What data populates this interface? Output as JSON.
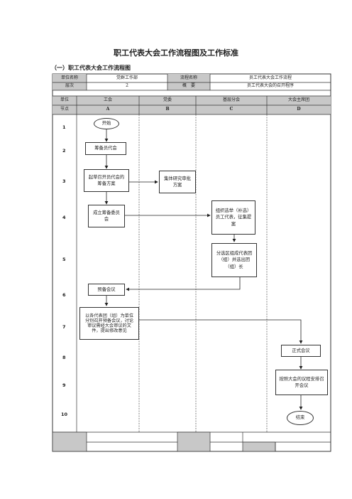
{
  "title": "职工代表大会工作流程图及工作标准",
  "section": "（一）职工代表大会工作流程图",
  "info": {
    "unit_label": "单位名称",
    "unit_value": "党群工作部",
    "flow_label": "流程名称",
    "flow_value": "员工代表大会工作流程",
    "level_label": "层次",
    "level_value": "2",
    "summary_label": "概　要",
    "summary_value": "员工代表大会的召开程序"
  },
  "columns": {
    "unit_label": "单位",
    "node_label": "节点",
    "units": [
      "工会",
      "党委",
      "基层分会",
      "大会主席团"
    ],
    "letters": [
      "A",
      "B",
      "C",
      "D"
    ]
  },
  "rows": [
    "1",
    "2",
    "3",
    "4",
    "5",
    "6",
    "7",
    "8",
    "9",
    "10"
  ],
  "nodes": {
    "start": "开始",
    "prep_rep": "筹备员代会",
    "draft_plan": "起草召开员代会的筹备方案",
    "approve_plan": "集体研究审批方案",
    "committee": "成立筹备委员会",
    "elect": "组织选举（补选）员工代表，征集提案",
    "delegation": "分选区组成代表团（组）并选出团（组）长",
    "pre_meeting": "预备会议",
    "delegation_meeting": "以各代表团（组）为单位分别召开预备会议，讨论审议需经大会审议的文件，提出修改意见",
    "formal_meeting": "正式会议",
    "agenda": "按照大会的议程安排召开会议",
    "end": "结束"
  }
}
